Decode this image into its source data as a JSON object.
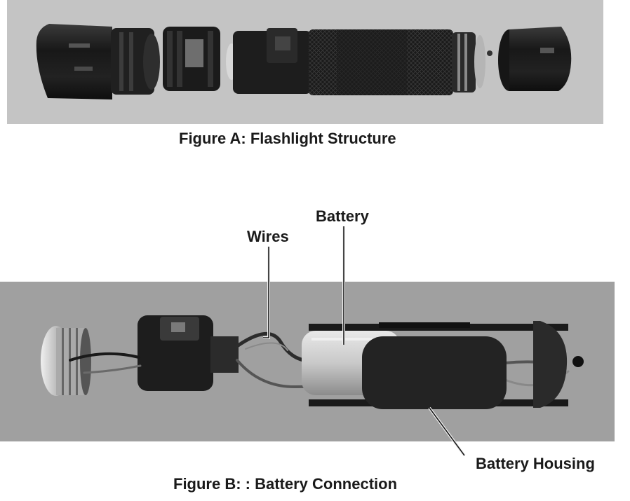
{
  "figure_a": {
    "caption": "Figure A:  Flashlight Structure",
    "parts": [
      "bezel-head",
      "switch-collar",
      "battery-tube",
      "tail-cap"
    ]
  },
  "figure_b": {
    "caption": "Figure B:  :  Battery Connection",
    "labels": {
      "battery": "Battery",
      "wires": "Wires",
      "battery_housing": "Battery Housing"
    }
  },
  "colors": {
    "photo_a_bg": "#c4c4c4",
    "photo_b_bg": "#a0a0a0",
    "dark_part": "#1e1e1e",
    "callout_line": "#1a1a1a"
  }
}
